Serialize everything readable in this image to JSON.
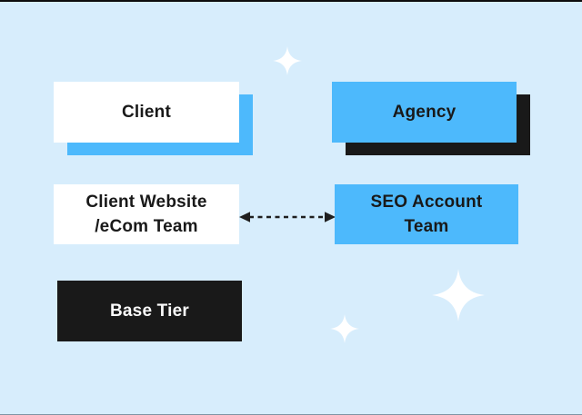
{
  "colors": {
    "background": "#d7edfc",
    "accent-blue": "#4db9fc",
    "dark": "#191919",
    "box-white": "#ffffff",
    "text-dark": "#191919",
    "text-light": "#fafafa"
  },
  "boxes": {
    "client": {
      "label": "Client"
    },
    "agency": {
      "label": "Agency"
    },
    "client_website": {
      "line1": "Client Website",
      "line2": "/eCom Team"
    },
    "seo_team": {
      "line1": "SEO Account",
      "line2": "Team"
    },
    "base_tier": {
      "label": "Base Tier"
    }
  },
  "connector": {
    "type": "dashed-double-arrow",
    "from": "Client Website /eCom Team",
    "to": "SEO Account Team"
  },
  "decorations": {
    "sparkles": [
      "sparkle-top-center",
      "sparkle-large-bottom-right",
      "sparkle-small-bottom-center"
    ]
  }
}
